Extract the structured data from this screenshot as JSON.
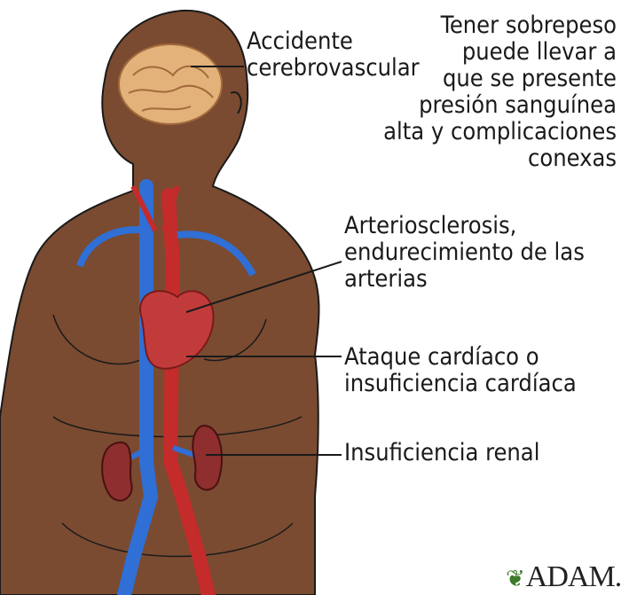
{
  "caption": {
    "lines": [
      "Tener sobrepeso",
      "puede llevar a",
      "que se presente",
      "presión sanguínea",
      "alta y complicaciones",
      "conexas"
    ]
  },
  "labels": {
    "stroke": [
      "Accidente",
      "cerebrovascular"
    ],
    "arteriosclerosis": [
      "Arteriosclerosis,",
      "endurecimiento de las",
      "arterias"
    ],
    "heart": [
      "Ataque cardíaco o",
      "insuficiencia cardíaca"
    ],
    "renal": [
      "Insuficiencia renal"
    ]
  },
  "logo": {
    "text": "ADAM."
  },
  "colors": {
    "skin": "#7a4b31",
    "outline": "#1a1a1a",
    "artery": "#c42b2b",
    "vein": "#2f6fd6",
    "brain": "#e3b27a",
    "kidney": "#8e2e2e"
  }
}
